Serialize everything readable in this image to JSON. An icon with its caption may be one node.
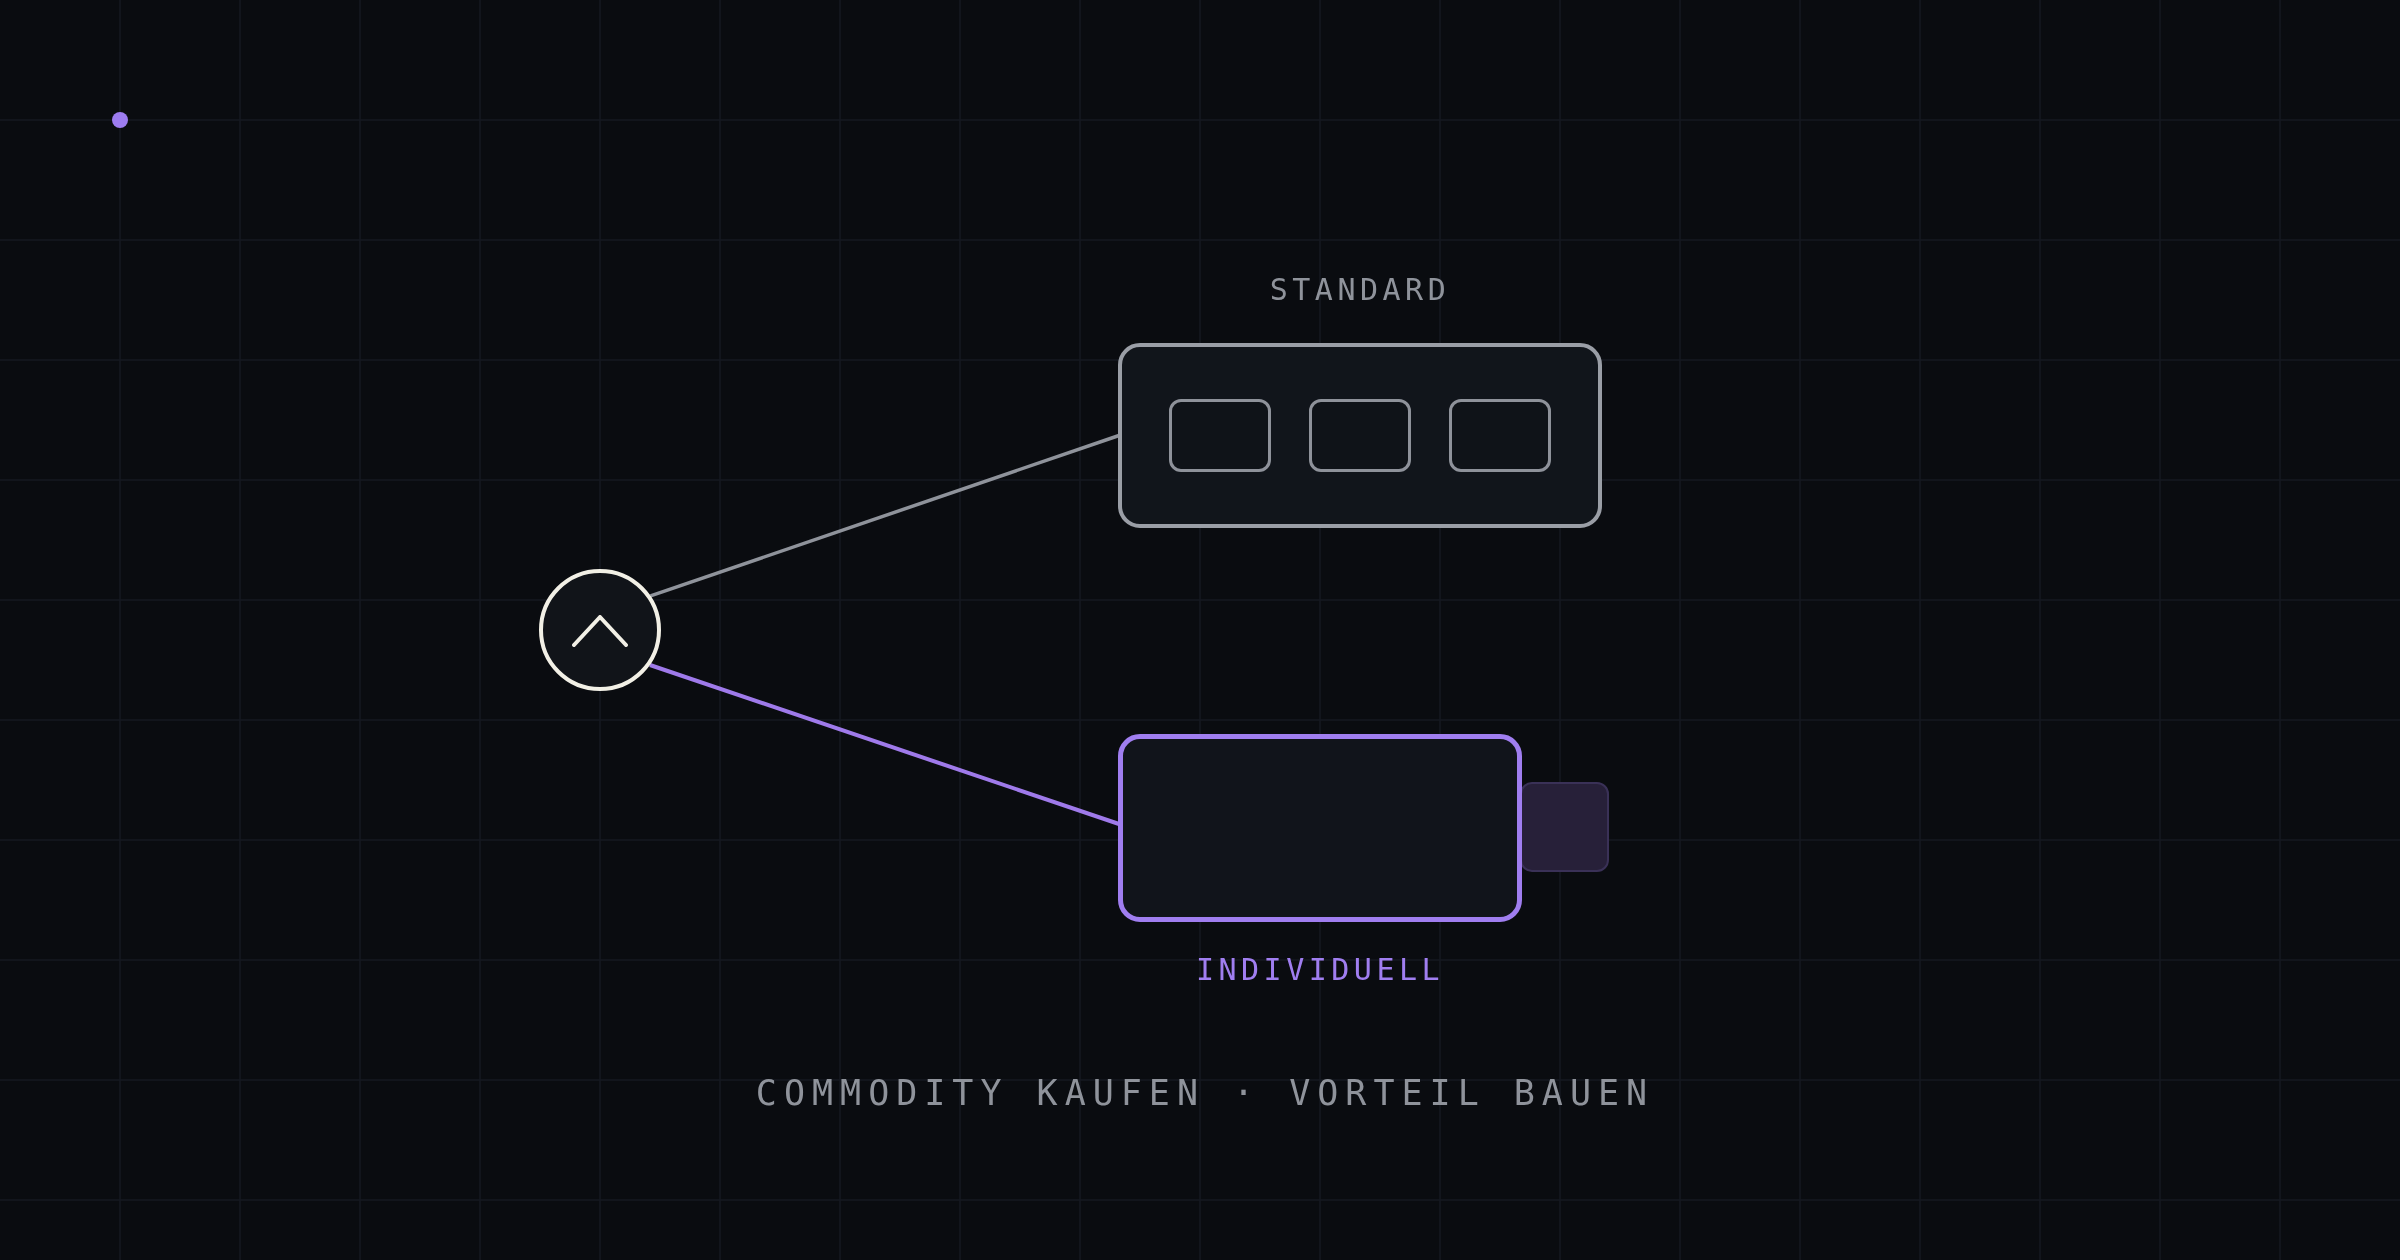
{
  "diagram": {
    "caption": "COMMODITY KAUFEN · VORTEIL BAUEN",
    "nodes": [
      {
        "text": [],
        "shape": "circle"
      },
      {
        "text": [
          "STANDARD"
        ]
      },
      {
        "text": [],
        "shape": "box",
        "in": 1
      },
      {
        "text": [],
        "shape": "box",
        "in": 1
      },
      {
        "text": [],
        "shape": "box",
        "in": 1
      },
      {
        "text": [
          "INDIVIDUELL"
        ]
      },
      {
        "text": [],
        "shape": "box"
      }
    ],
    "edges": [
      {
        "from": 0,
        "to": 1,
        "arrow": "none"
      },
      {
        "from": 0,
        "to": 5,
        "arrow": "none",
        "color": "#9f7aea"
      }
    ]
  }
}
